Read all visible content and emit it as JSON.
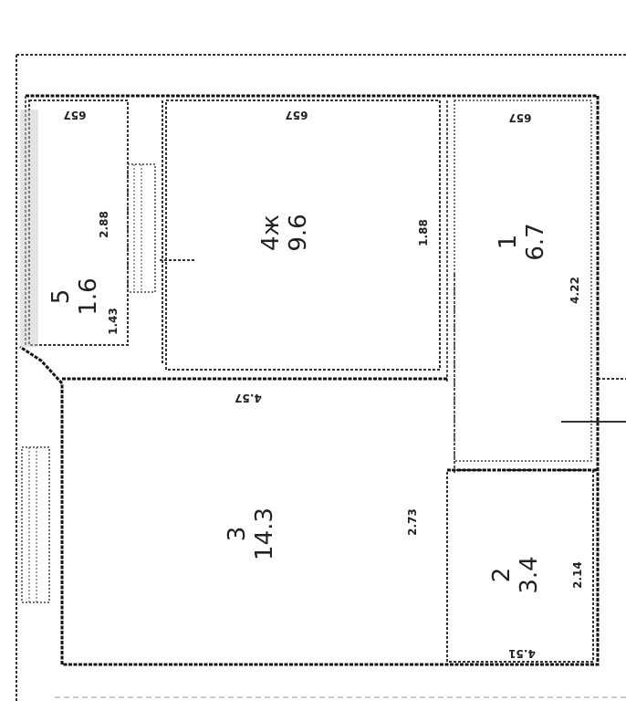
{
  "rooms": [
    {
      "number": "5",
      "area": "1.6"
    },
    {
      "number": "4ж",
      "area": "9.6"
    },
    {
      "number": "1",
      "area": "6.7"
    },
    {
      "number": "3",
      "area": "14.3"
    },
    {
      "number": "2",
      "area": "3.4"
    }
  ],
  "dims": {
    "r5_width": "657",
    "r5_length": "2.88",
    "r5_small": "1.43",
    "r4_width": "657",
    "r4_length": "1.88",
    "r1_width": "657",
    "r1_length": "4.22",
    "r3_width": "4.57",
    "r3_length": "2.73",
    "r2_width": "4.51",
    "r2_length": "2.14"
  }
}
